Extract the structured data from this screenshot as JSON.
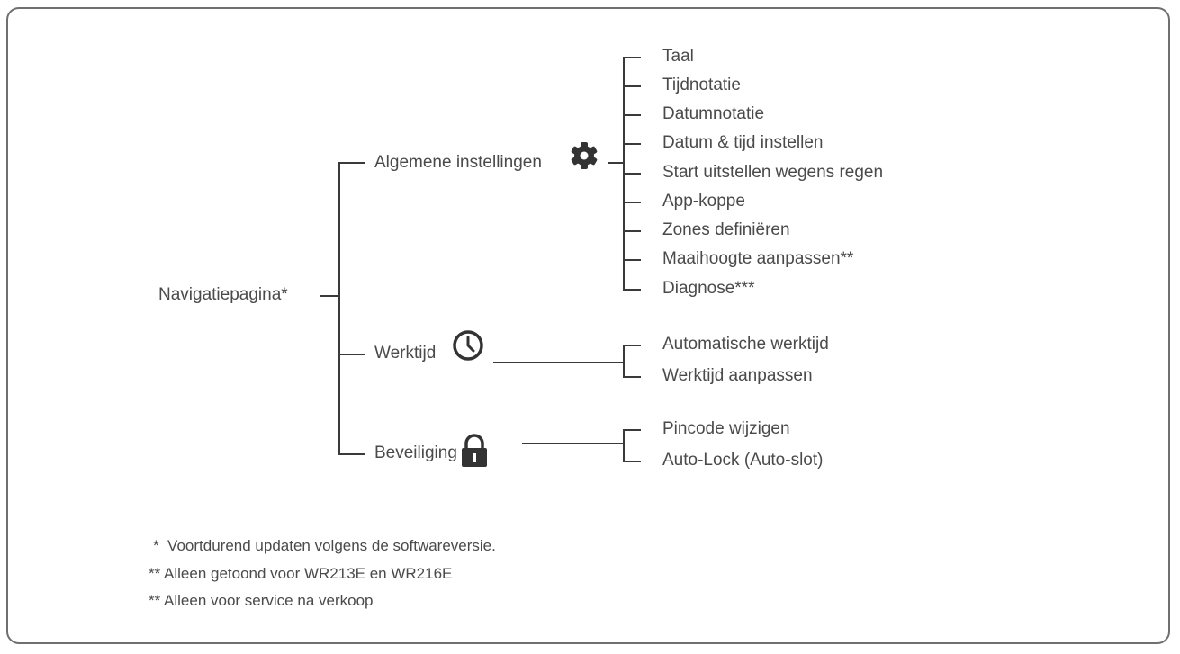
{
  "root": {
    "label": "Navigatiepagina*"
  },
  "branches": [
    {
      "label": "Algemene instellingen",
      "icon": "gear-icon",
      "items": [
        "Taal",
        "Tijdnotatie",
        "Datumnotatie",
        "Datum & tijd instellen",
        "Start uitstellen wegens regen",
        "App-koppe",
        "Zones definiëren",
        "Maaihoogte aanpassen**",
        "Diagnose***"
      ]
    },
    {
      "label": "Werktijd",
      "icon": "clock-icon",
      "items": [
        "Automatische werktijd",
        "Werktijd aanpassen"
      ]
    },
    {
      "label": "Beveiliging",
      "icon": "lock-icon",
      "items": [
        "Pincode wijzigen",
        "Auto-Lock (Auto-slot)"
      ]
    }
  ],
  "footnotes": [
    "*  Voortdurend updaten volgens de softwareversie.",
    "** Alleen getoond voor WR213E en WR216E",
    "** Alleen voor service na verkoop"
  ],
  "colors": {
    "line": "#3a3a3a",
    "text": "#4a4a4a",
    "icon": "#333333",
    "frame": "#6f6f6f"
  }
}
